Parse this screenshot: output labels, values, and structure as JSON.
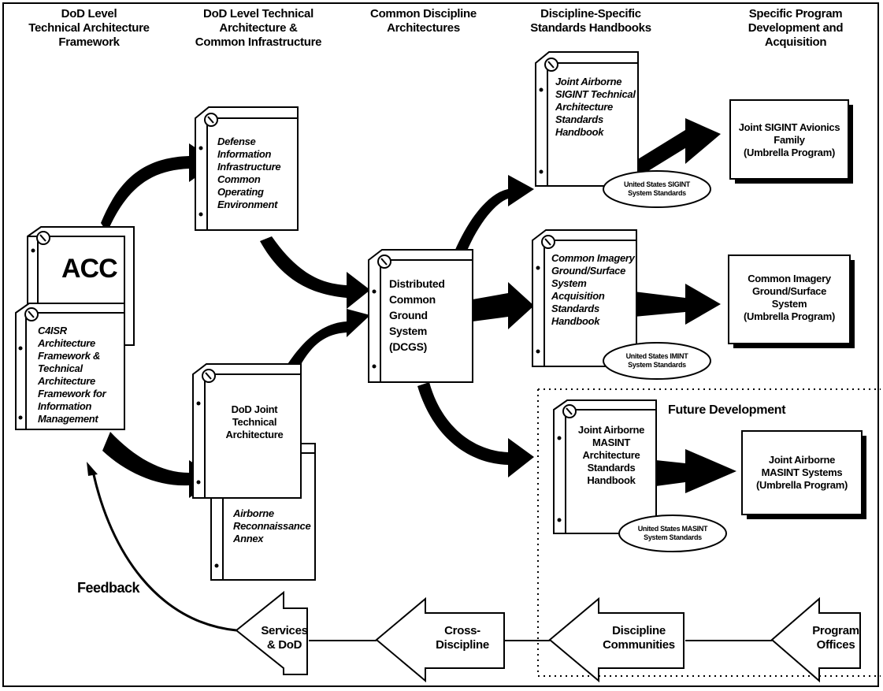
{
  "headers": {
    "col1": "DoD Level\nTechnical Architecture\nFramework",
    "col2": "DoD Level Technical\nArchitecture &\nCommon Infrastructure",
    "col3": "Common Discipline\nArchitectures",
    "col4": "Discipline-Specific\nStandards Handbooks",
    "col5": "Specific Program\nDevelopment and\nAcquisition"
  },
  "binders": {
    "acc": "ACC",
    "c4isr": "C4ISR\nArchitecture\nFramework &\nTechnical\nArchitecture\nFramework for\nInformation\nManagement",
    "dii": "Defense\nInformation\nInfrastructure\nCommon\nOperating\nEnvironment",
    "jta": "DoD Joint\nTechnical\nArchitecture",
    "airborne": "Airborne\nReconnaissance\nAnnex",
    "dcgs": "Distributed\nCommon\nGround\nSystem\n(DCGS)",
    "sigint": "Joint Airborne\nSIGINT Technical\nArchitecture\nStandards\nHandbook",
    "imint": "Common Imagery\nGround/Surface\nSystem\nAcquisition\nStandards\nHandbook",
    "masint": "Joint Airborne\nMASINT\nArchitecture\nStandards\nHandbook"
  },
  "ovals": {
    "sigint": "United States SIGINT\nSystem Standards",
    "imint": "United States IMINT\nSystem Standards",
    "masint": "United States MASINT\nSystem Standards"
  },
  "programs": {
    "sigint": "Joint SIGINT Avionics\nFamily\n(Umbrella Program)",
    "imint": "Common Imagery\nGround/Surface\nSystem\n(Umbrella Program)",
    "masint": "Joint Airborne\nMASINT Systems\n(Umbrella Program)"
  },
  "future_label": "Future Development",
  "feedback_label": "Feedback",
  "flow": {
    "services": "Services\n& DoD",
    "cross": "Cross-\nDiscipline",
    "communities": "Discipline\nCommunities",
    "offices": "Program\nOffices"
  }
}
